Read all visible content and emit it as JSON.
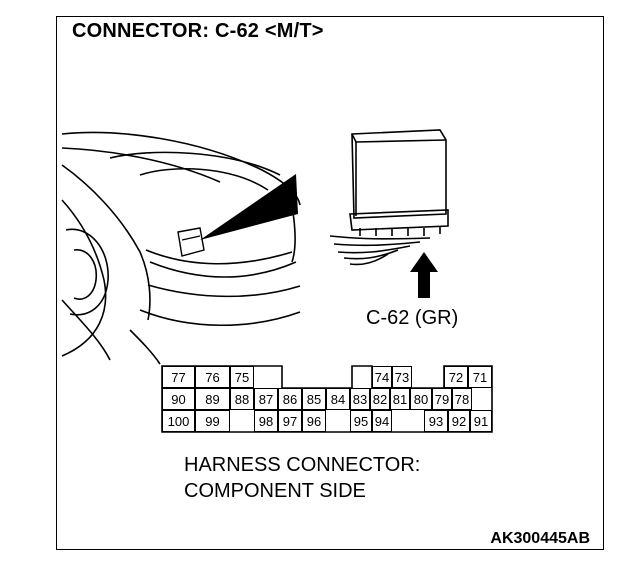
{
  "title": "CONNECTOR: C-62 <M/T>",
  "connector_callout": "C-62 (GR)",
  "harness_label": {
    "line1": "HARNESS CONNECTOR:",
    "line2": "COMPONENT SIDE"
  },
  "figure_code": "AK300445AB",
  "pins": {
    "row1_left": [
      "77",
      "76",
      "75"
    ],
    "row1_right_a": [
      "74",
      "73"
    ],
    "row1_right_b": [
      "72",
      "71"
    ],
    "row2": [
      "90",
      "89",
      "88",
      "87",
      "86",
      "85",
      "84",
      "83",
      "82",
      "81",
      "80",
      "79",
      "78"
    ],
    "row3_left": [
      "100",
      "99"
    ],
    "row3_mid": [
      "98",
      "97",
      "96"
    ],
    "row3_mid2": [
      "95",
      "94"
    ],
    "row3_right": [
      "93",
      "92",
      "91"
    ]
  }
}
